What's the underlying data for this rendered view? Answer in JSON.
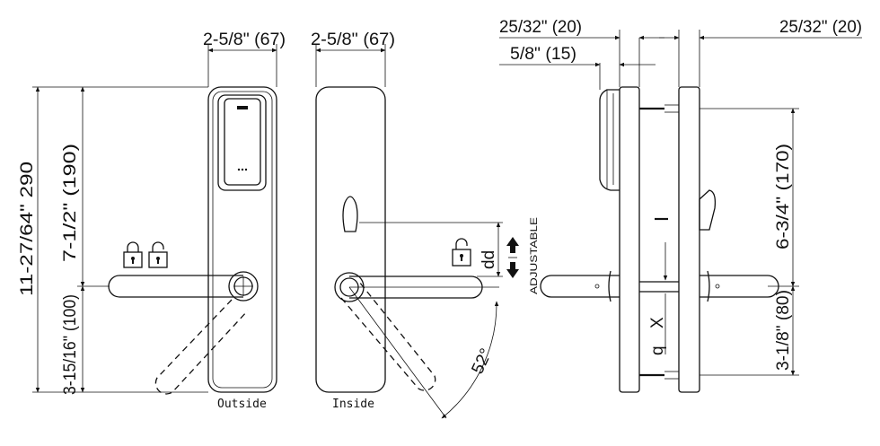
{
  "dimensions": {
    "outside_width": "2-5/8\" (67)",
    "inside_width": "2-5/8\"  (67)",
    "top_left": "25/32\" (20)",
    "top_right": "25/32\" (20)",
    "top_inner": "5/8\" (15)",
    "overall_height": "11-27/64\" 290",
    "upper_height": "7-1/2\" (190)",
    "lower_height": "3-15/16\" (100)",
    "side_upper": "6-3/4\" (170)",
    "side_lower": "3-1/8\" (80)",
    "angle": "52°",
    "dd_label": "dd",
    "q_label": "q",
    "x_label": "X",
    "adjustable": "ADJUSTABLE"
  },
  "captions": {
    "outside": "Outside",
    "inside": "Inside"
  }
}
